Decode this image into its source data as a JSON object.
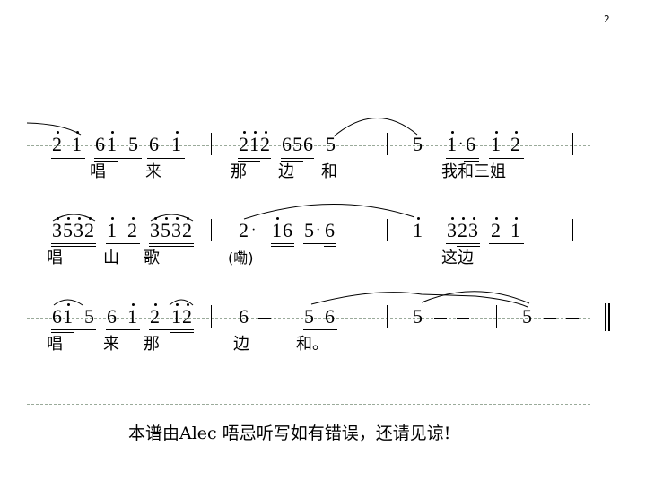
{
  "page": {
    "number": "2"
  },
  "score": {
    "systems": [
      {
        "row": 1,
        "measures": [
          {
            "notes": "2̇ i̇ 6i̇ 5 6 i̇",
            "lyrics": [
              "唱",
              "来"
            ]
          },
          {
            "notes": "2̇i̇2̇ 656 5",
            "lyrics": [
              "那",
              "边",
              "和"
            ]
          },
          {
            "notes": "5 i̇·6 i̇ 2̇",
            "lyrics": [
              "我和三姐"
            ]
          }
        ]
      },
      {
        "row": 2,
        "measures": [
          {
            "notes": "3̇5̇3̇2̇ i̇ 2̇ 3̇5̇3̇2̇",
            "lyrics": [
              "唱",
              "山",
              "歌"
            ]
          },
          {
            "notes": "2· i̇6 5·6",
            "lyrics": [
              "(嘞)"
            ]
          },
          {
            "notes": "i̇ 3̇2̇3̇ 2̇ i̇",
            "lyrics": [
              "这边"
            ]
          }
        ]
      },
      {
        "row": 3,
        "measures": [
          {
            "notes": "6i̇ 5 6 i̇ 2̇ i̇2̇",
            "lyrics": [
              "唱",
              "来",
              "那"
            ]
          },
          {
            "notes": "6 - 5 6",
            "lyrics": [
              "边",
              "和。"
            ]
          },
          {
            "notes": "5 - -",
            "lyrics": []
          },
          {
            "notes": "5 - -",
            "lyrics": []
          }
        ],
        "end": "double-bar"
      }
    ],
    "glyphs": {
      "r1": [
        "2",
        "1",
        "6",
        "1",
        "5",
        "6",
        "1",
        "2",
        "1",
        "2",
        "6",
        "5",
        "6",
        "5",
        "5",
        "1",
        "·",
        "6",
        "1",
        "2"
      ],
      "r2": [
        "3",
        "5",
        "3",
        "2",
        "1",
        "2",
        "3",
        "5",
        "3",
        "2",
        "2",
        "·",
        "1",
        "6",
        "5",
        "·",
        "6",
        "1",
        "3",
        "2",
        "3",
        "2",
        "1"
      ],
      "r3": [
        "6",
        "1",
        "5",
        "6",
        "1",
        "2",
        "1",
        "2",
        "6",
        "—",
        "5",
        "6",
        "5",
        "—",
        "—",
        "5",
        "—",
        "—"
      ]
    },
    "lyrics_text": {
      "r1": [
        "唱",
        "来",
        "那",
        "边",
        "和",
        "我和三姐"
      ],
      "r2": [
        "唱",
        "山",
        "歌",
        "(嘞)",
        "这边"
      ],
      "r3": [
        "唱",
        "来",
        "那",
        "边",
        "和。"
      ]
    }
  },
  "footer": {
    "text": "本谱由Alec 唔忌听写如有错误，还请见谅!"
  },
  "colors": {
    "staff_line": "#9aaa9a",
    "ink": "#000000"
  }
}
